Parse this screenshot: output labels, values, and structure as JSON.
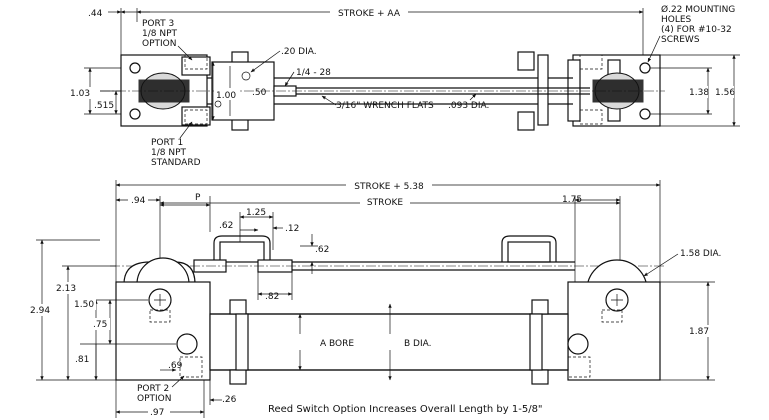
{
  "top_view": {
    "dim_stroke_aa": "STROKE + AA",
    "dim_044": ".44",
    "port3": [
      "PORT 3",
      "1/8 NPT",
      "OPTION"
    ],
    "dim_020_dia": ".20 DIA.",
    "mount_holes": [
      "Ø.22 MOUNTING",
      "HOLES",
      "(4) FOR #10-32",
      "SCREWS"
    ],
    "thread": "1/4 - 28",
    "dim_103": "1.03",
    "dim_100": "1.00",
    "dim_050": ".50",
    "dim_0515": ".515",
    "wrench_flats": "3/16\" WRENCH FLATS",
    "dim_093_dia": ".093 DIA.",
    "dim_138": "1.38",
    "dim_156": "1.56",
    "port1": [
      "PORT 1",
      "1/8 NPT",
      "STANDARD"
    ]
  },
  "front_view": {
    "dim_stroke_538": "STROKE + 5.38",
    "dim_094": ".94",
    "dim_p": "P",
    "dim_stroke": "STROKE",
    "dim_175": "1.75",
    "dim_125": "1.25",
    "dim_062a": ".62",
    "dim_012": ".12",
    "dim_062b": ".62",
    "dim_158_dia": "1.58 DIA.",
    "dim_213": "2.13",
    "dim_294": "2.94",
    "dim_150": "1.50",
    "dim_082": ".82",
    "dim_075": ".75",
    "a_bore": "A BORE",
    "b_dia": "B DIA.",
    "dim_187": "1.87",
    "dim_081": ".81",
    "dim_069": ".69",
    "port2": [
      "PORT 2",
      "OPTION"
    ],
    "dim_026": ".26",
    "dim_097": ".97"
  },
  "note": "Reed Switch Option Increases Overall Length by 1-5/8\""
}
